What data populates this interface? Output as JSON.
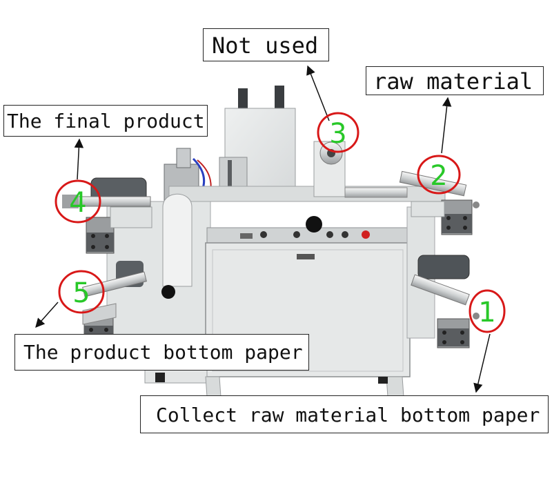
{
  "labels": {
    "not_used": "Not used",
    "raw_material": "raw material",
    "final_product": "The final product",
    "product_bottom_paper": "The product bottom paper",
    "collect_raw_bottom": "Collect raw material bottom paper"
  },
  "markers": [
    "1",
    "2",
    "3",
    "4",
    "5"
  ],
  "colors": {
    "marker_ring": "#d81818",
    "marker_number": "#28c828",
    "machine_body": "#e4e6e6",
    "arrow": "#111111"
  }
}
